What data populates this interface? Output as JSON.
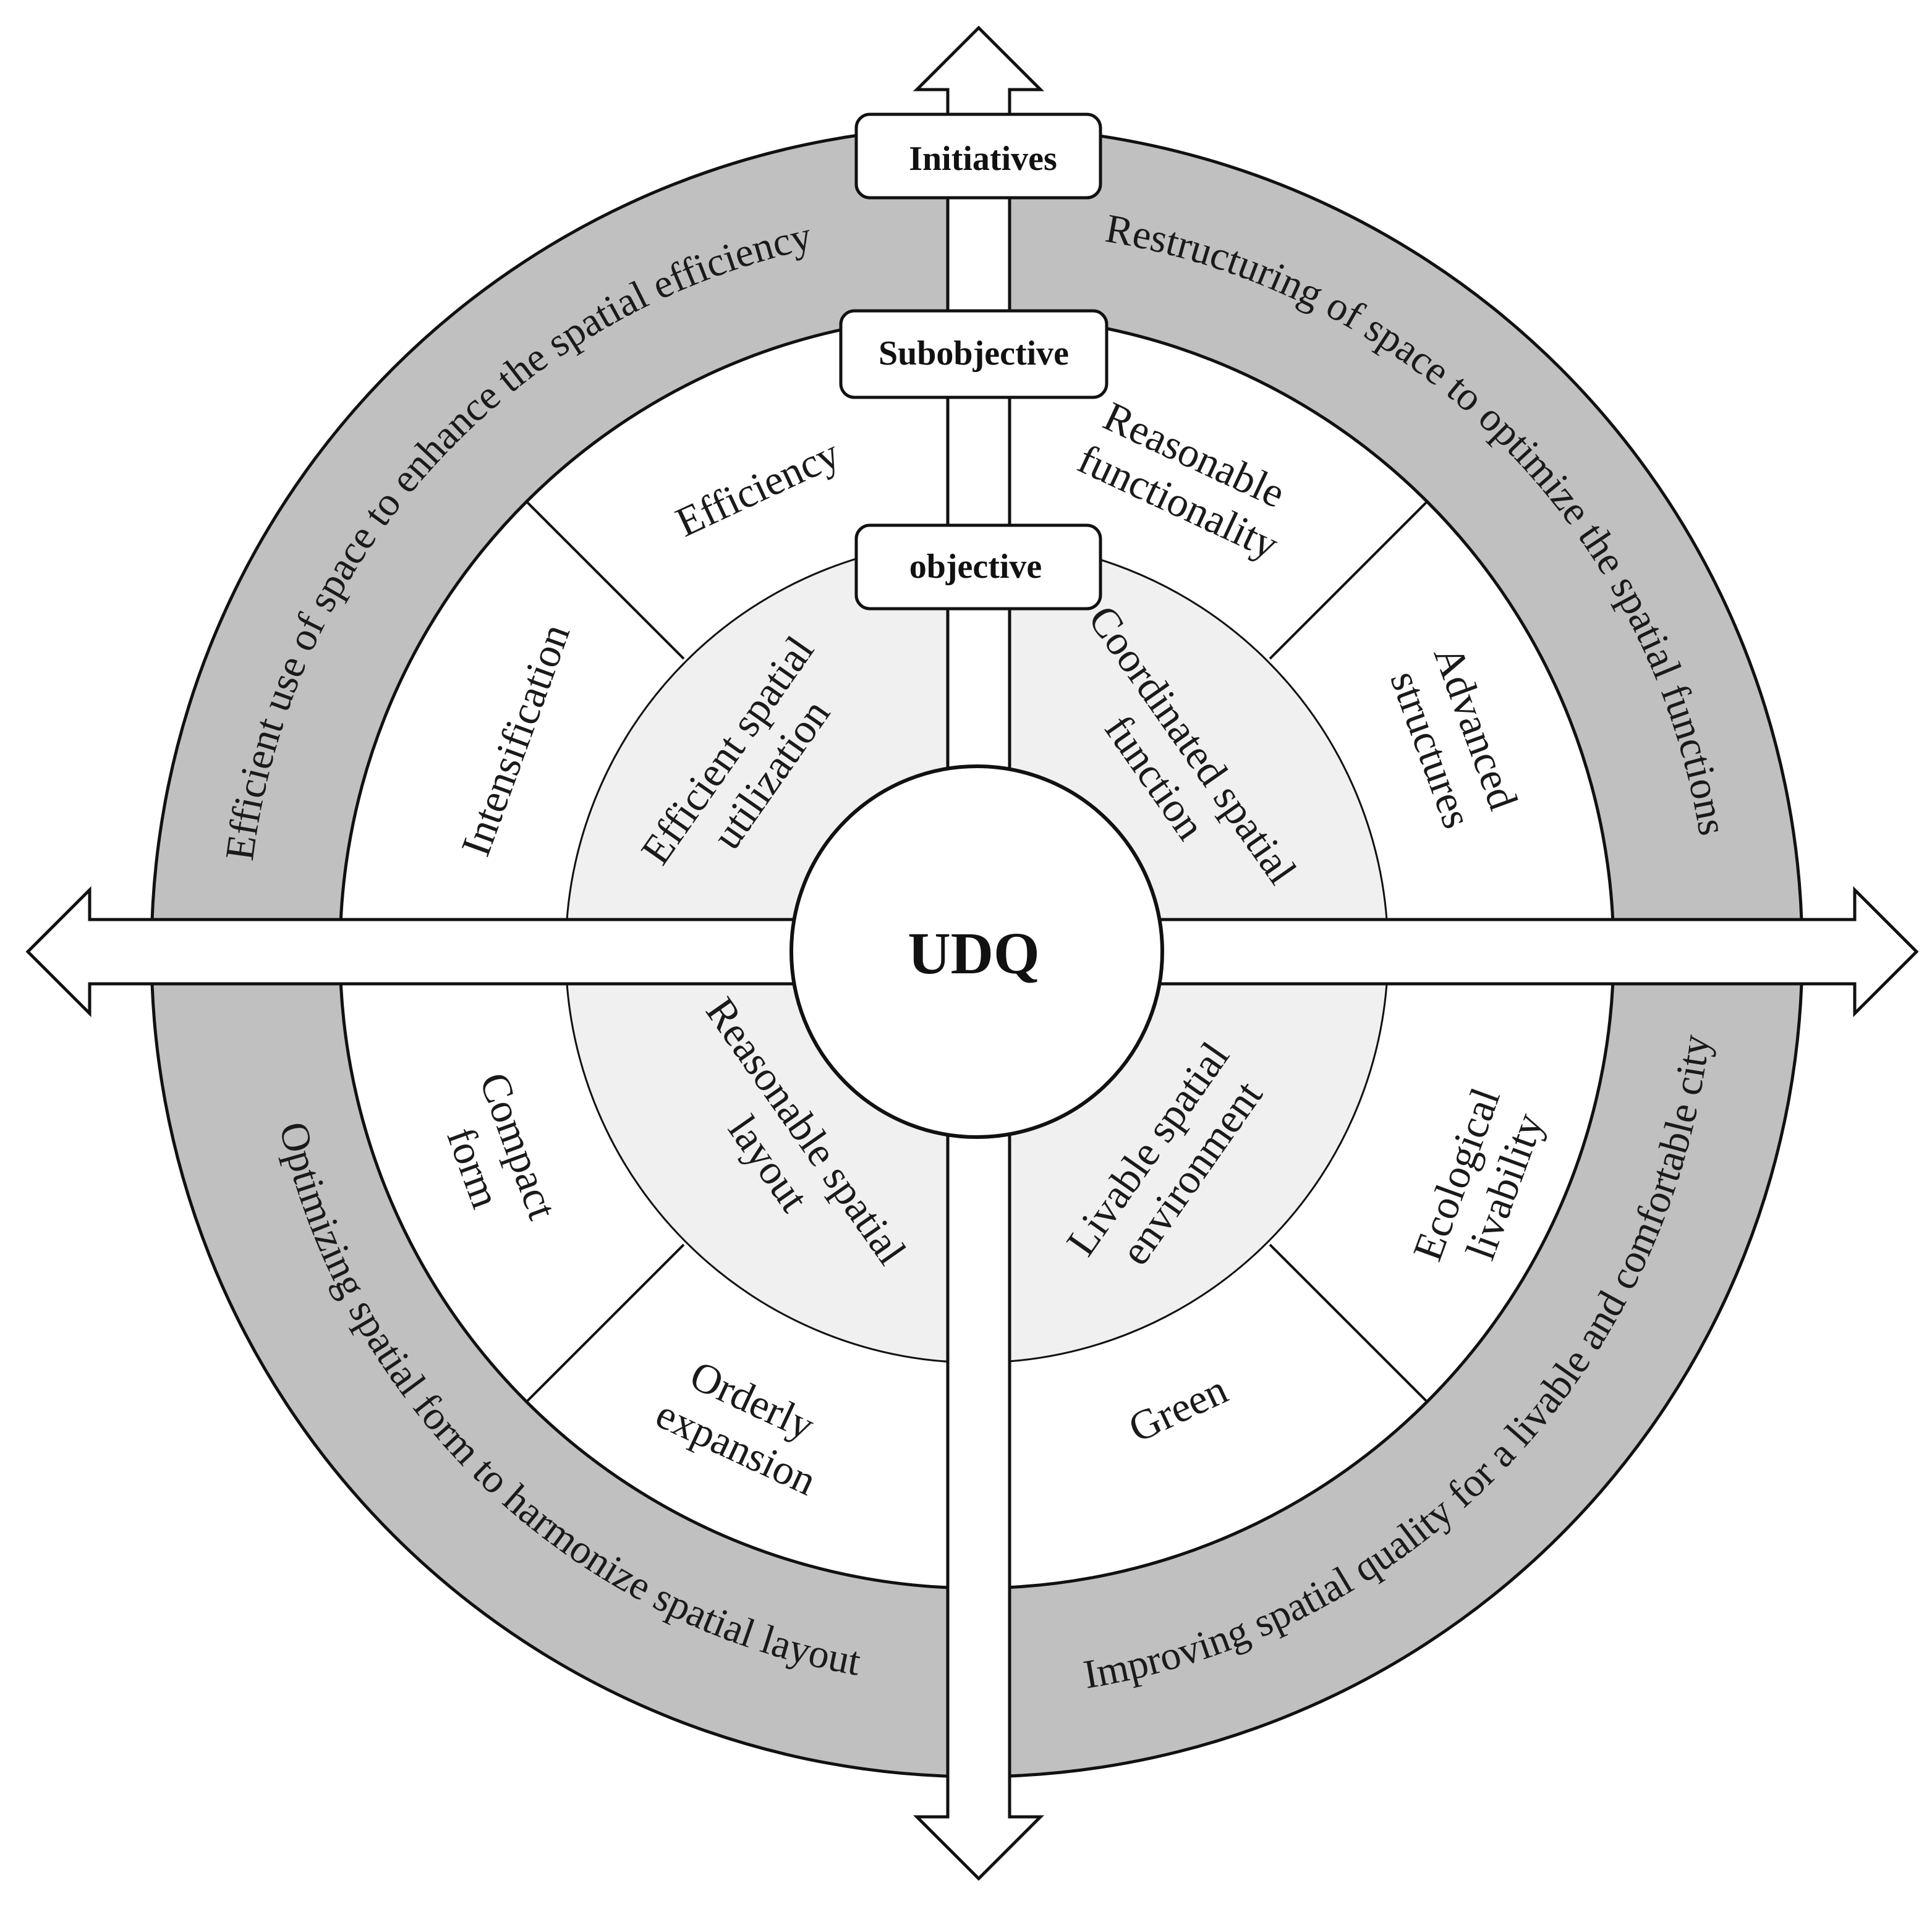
{
  "center": {
    "label": "UDQ"
  },
  "level_labels": {
    "initiatives": "Initiatives",
    "subobjective": "Subobjective",
    "objective": "objective"
  },
  "initiatives": {
    "top_left": "Efficient use of space to enhance the spatial efficiency",
    "top_right": "Restructuring of space to optimize the spatial functions",
    "bottom_left": "Optimizing spatial form to harmonize spatial layout",
    "bottom_right": "Improving spatial quality for a livable and comfortable city"
  },
  "subobjectives": {
    "efficiency": "Efficiency",
    "reasonable_functionality": [
      "Reasonable",
      "functionality"
    ],
    "intensification": "Intensification",
    "advanced_structures": [
      "Advanced",
      "structures"
    ],
    "compact_form": [
      "Compact",
      "form"
    ],
    "orderly_expansion": [
      "Orderly",
      "expansion"
    ],
    "green": "Green",
    "ecological_livability": [
      "Ecological",
      "livability"
    ]
  },
  "objectives": {
    "top_left": [
      "Efficient spatial",
      "utilization"
    ],
    "top_right": [
      "Coordinated spatial",
      "function"
    ],
    "bottom_left": [
      "Reasonable spatial",
      "layout"
    ],
    "bottom_right": [
      "Livable spatial",
      "environment"
    ]
  },
  "colors": {
    "outer_ring": "#c0c0c0",
    "objective_ring": "#f0f0f0",
    "stroke": "#111111"
  }
}
